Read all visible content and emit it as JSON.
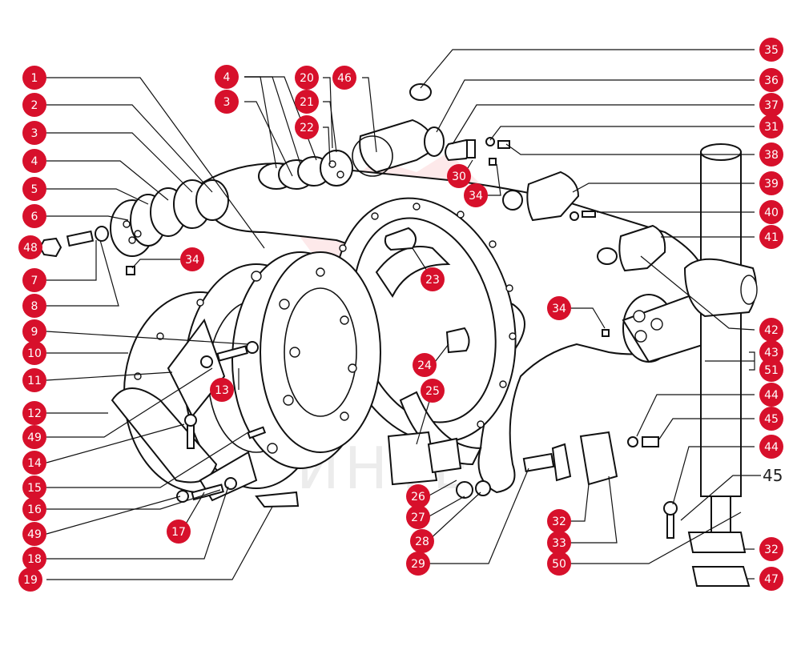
{
  "callout_color": "#d7102b",
  "callout_text_color": "#ffffff",
  "watermark": {
    "text": "ИНТЕХ",
    "color": "#e8242f"
  },
  "callouts": [
    "1",
    "2",
    "3",
    "4",
    "5",
    "6",
    "48",
    "7",
    "8",
    "9",
    "10",
    "11",
    "12",
    "49",
    "14",
    "15",
    "16",
    "49",
    "18",
    "19",
    "4",
    "3",
    "20",
    "21",
    "22",
    "46",
    "34",
    "13",
    "17",
    "23",
    "24",
    "25",
    "26",
    "27",
    "28",
    "29",
    "32",
    "33",
    "50",
    "35",
    "36",
    "37",
    "31",
    "38",
    "30",
    "34",
    "39",
    "40",
    "41",
    "34",
    "42",
    "43",
    "51",
    "44",
    "45",
    "44",
    "32",
    "47"
  ],
  "plain_labels": [
    "45"
  ]
}
